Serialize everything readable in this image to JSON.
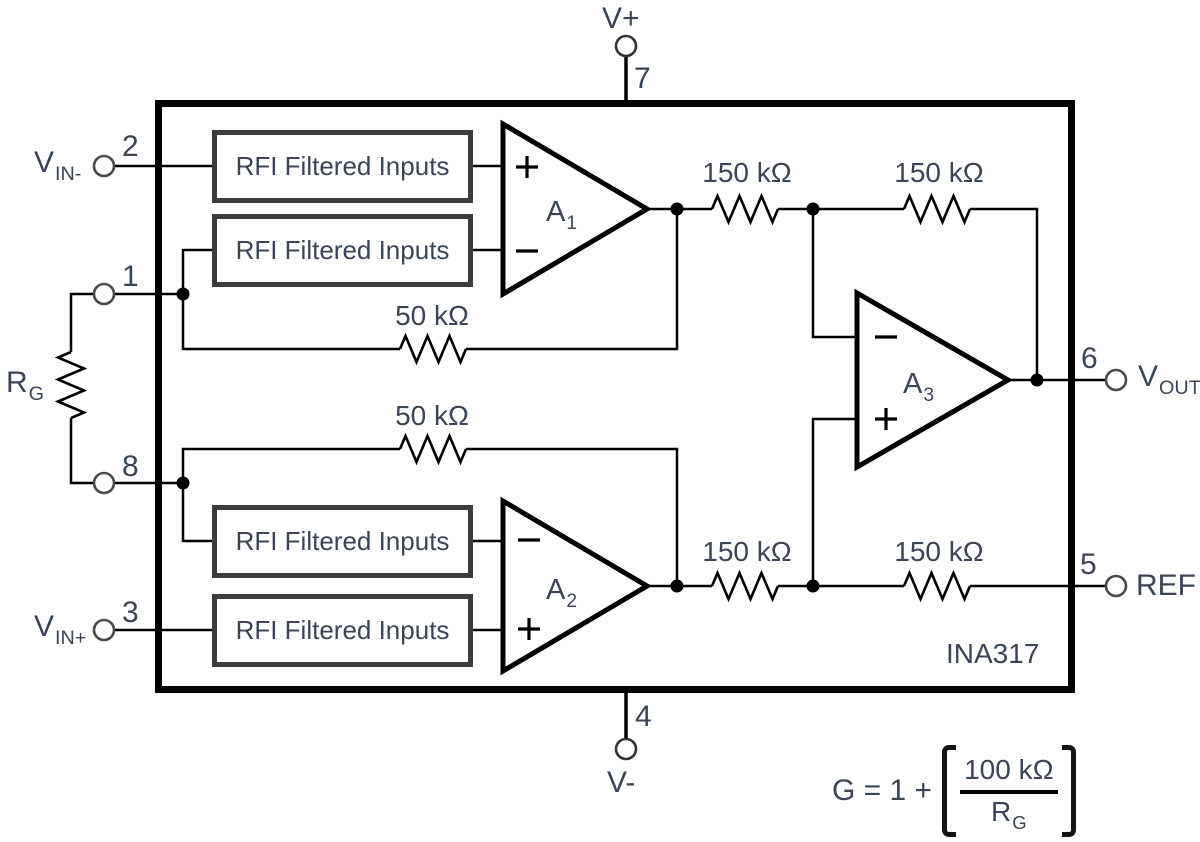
{
  "device": "INA317",
  "power": {
    "vplus": {
      "label": "V+",
      "pin": "7"
    },
    "vminus": {
      "label": "V-",
      "pin": "4"
    }
  },
  "inputs": {
    "vin_neg": {
      "base": "V",
      "sub": "IN-",
      "pin": "2"
    },
    "rg_top": {
      "pin": "1"
    },
    "rg_bot": {
      "pin": "8"
    },
    "vin_pos": {
      "base": "V",
      "sub": "IN+",
      "pin": "3"
    }
  },
  "outputs": {
    "vout": {
      "base": "V",
      "sub": "OUT",
      "pin": "6"
    },
    "ref": {
      "label": "REF",
      "pin": "5"
    }
  },
  "rg": {
    "base": "R",
    "sub": "G"
  },
  "rfi_blocks": [
    "RFI Filtered Inputs",
    "RFI Filtered Inputs",
    "RFI Filtered Inputs",
    "RFI Filtered Inputs"
  ],
  "amps": {
    "a1": {
      "base": "A",
      "sub": "1"
    },
    "a2": {
      "base": "A",
      "sub": "2"
    },
    "a3": {
      "base": "A",
      "sub": "3"
    }
  },
  "resistors": {
    "fb_top_left": "150 kΩ",
    "fb_top_right": "150 kΩ",
    "fb_bottom_left": "150 kΩ",
    "fb_bottom_right": "150 kΩ",
    "g_upper": "50 kΩ",
    "g_lower": "50 kΩ"
  },
  "equation": {
    "prefix": "G = 1 +",
    "numerator": "100 kΩ",
    "den_base": "R",
    "den_sub": "G"
  },
  "colors": {
    "line": "#000000",
    "text": "#3b4556",
    "block_border": "#3d3d3d"
  }
}
